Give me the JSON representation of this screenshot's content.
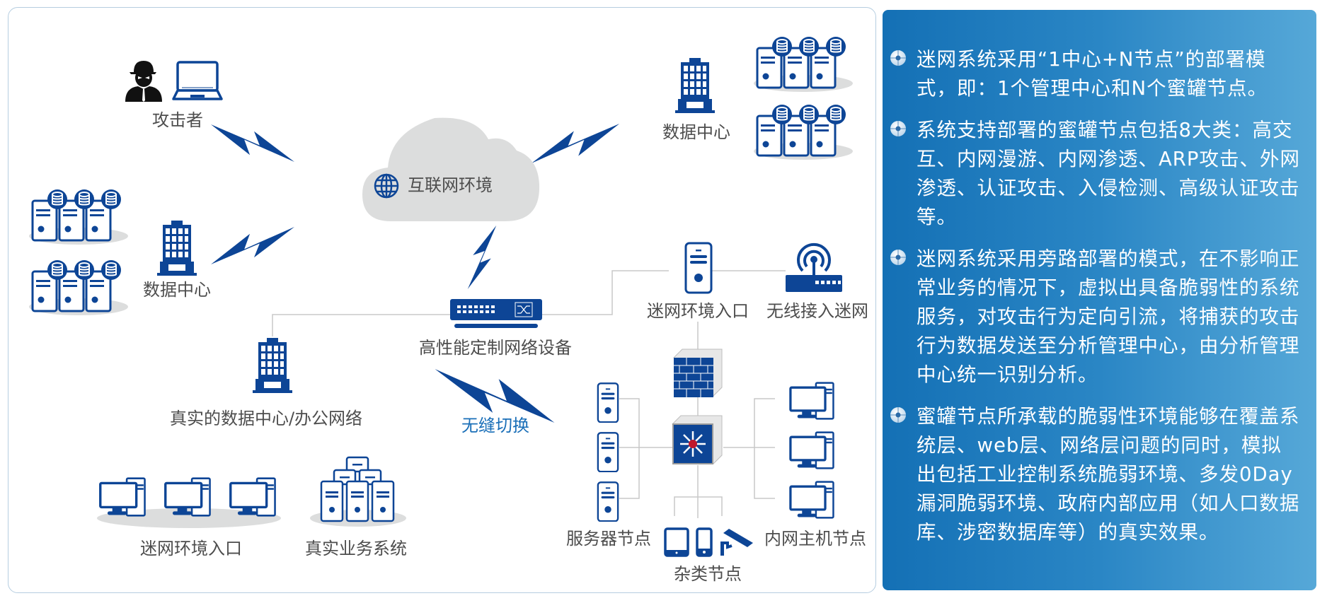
{
  "diagram": {
    "labels": {
      "attacker": "攻击者",
      "internet": "互联网环境",
      "datacenter_right": "数据中心",
      "datacenter_left": "数据中心",
      "network_device": "高性能定制网络设备",
      "real_datacenter": "真实的数据中心/办公网络",
      "seamless_switch": "无缝切换",
      "maze_entry_server": "迷网环境入口",
      "wireless_access": "无线接入迷网",
      "server_nodes": "服务器节点",
      "intranet_host_nodes": "内网主机节点",
      "misc_nodes": "杂类节点",
      "maze_entry_pcs": "迷网环境入口",
      "real_business_system": "真实业务系统"
    },
    "colors": {
      "icon_blue": "#0d4596",
      "label_gray": "#4d4d4d",
      "accent_text_blue": "#1a6fb8",
      "cloud_gray": "#dcdddd",
      "alert_red": "#c0182c"
    }
  },
  "panel": {
    "items": [
      {
        "text": "迷网系统采用“1中心+N节点”的部署模式，即：1个管理中心和N个蜜罐节点。"
      },
      {
        "text": "系统支持部署的蜜罐节点包括8大类：高交互、内网漫游、内网渗透、ARP攻击、外网渗透、认证攻击、入侵检测、高级认证攻击等。"
      },
      {
        "text": "迷网系统采用旁路部署的模式，在不影响正常业务的情况下，虚拟出具备脆弱性的系统服务，对攻击行为定向引流，将捕获的攻击行为数据发送至分析管理中心，由分析管理中心统一识别分析。"
      },
      {
        "text": "蜜罐节点所承载的脆弱性环境能够在覆盖系统层、web层、网络层问题的同时，模拟出包括工业控制系统脆弱环境、多发0Day漏洞脆弱环境、政府内部应用（如人口数据库、涉密数据库等）的真实效果。"
      }
    ],
    "colors": {
      "gradient_start": "#1470b5",
      "gradient_end": "#56a8d8",
      "text": "#ffffff"
    }
  }
}
